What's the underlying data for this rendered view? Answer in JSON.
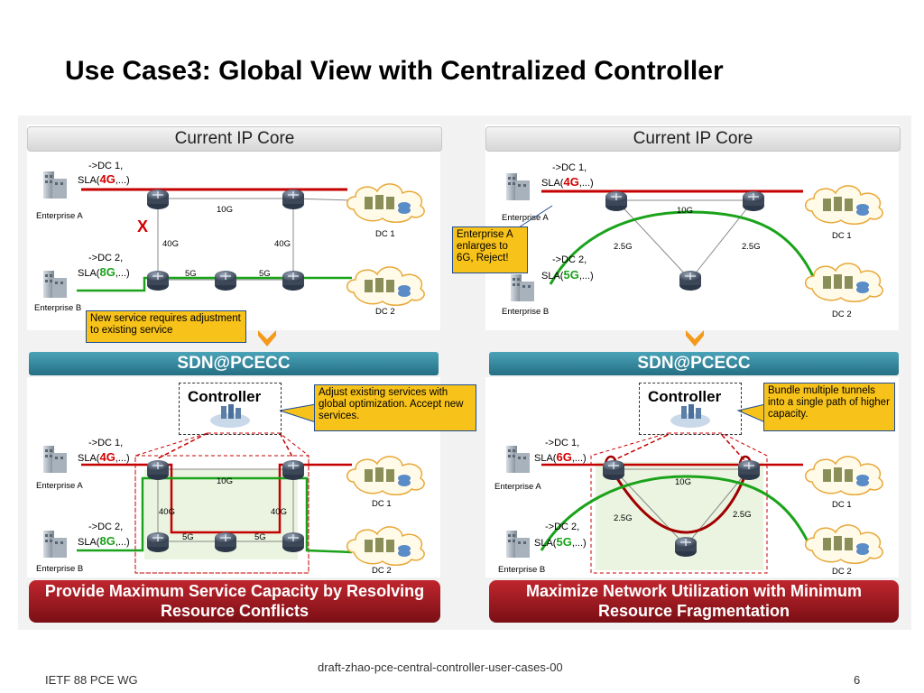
{
  "slide": {
    "title": "Use Case3: Global View with Centralized Controller",
    "footer_left": "IETF 88 PCE  WG",
    "footer_center": "draft-zhao-pce-central-controller-user-cases-00",
    "page_number": "6"
  },
  "left": {
    "top_header": "Current IP Core",
    "top": {
      "dc1_route": "->DC 1,",
      "dc1_sla_prefix": "SLA(",
      "dc1_sla_value": "4G",
      "dc1_sla_suffix": ",...)",
      "dc2_route": "->DC 2,",
      "dc2_sla_prefix": "SLA(",
      "dc2_sla_value": "8G",
      "dc2_sla_suffix": ",...)",
      "enterprise_a": "Enterprise A",
      "enterprise_b": "Enterprise B",
      "dc1": "DC 1",
      "dc2": "DC 2",
      "link_top": "10G",
      "link_left": "40G",
      "link_right": "40G",
      "link_bottom_left": "5G",
      "link_bottom_right": "5G",
      "reject_mark": "X",
      "callout": "New service requires adjustment  to existing service"
    },
    "sdn_header": "SDN@PCECC",
    "bottom": {
      "controller": "Controller",
      "callout": "Adjust  existing services with global optimization. Accept new services.",
      "dc1_route": "->DC 1,",
      "dc1_sla_prefix": "SLA(",
      "dc1_sla_value": "4G",
      "dc1_sla_suffix": ",...)",
      "dc2_route": "->DC 2,",
      "dc2_sla_prefix": "SLA(",
      "dc2_sla_value": "8G",
      "dc2_sla_suffix": ",...)",
      "enterprise_a": "Enterprise A",
      "enterprise_b": "Enterprise B",
      "dc1": "DC 1",
      "dc2": "DC 2",
      "link_top": "10G",
      "link_left": "40G",
      "link_right": "40G",
      "link_bottom_left": "5G",
      "link_bottom_right": "5G"
    },
    "banner_line1": "Provide Maximum Service Capacity by Resolving",
    "banner_line2": "Resource Conflicts"
  },
  "right": {
    "top_header": "Current IP Core",
    "top": {
      "dc1_route": "->DC 1,",
      "dc1_sla_prefix": "SLA(",
      "dc1_sla_value": "4G",
      "dc1_sla_suffix": ",...)",
      "dc2_route": "->DC 2,",
      "dc2_sla_prefix": "SLA(",
      "dc2_sla_value": "5G",
      "dc2_sla_suffix": ",...)",
      "enterprise_a": "Enterprise A",
      "enterprise_b": "Enterprise B",
      "dc1": "DC 1",
      "dc2": "DC 2",
      "link_top": "10G",
      "link_left": "2.5G",
      "link_right": "2.5G",
      "callout": "Enterprise A enlarges to 6G, Reject!"
    },
    "sdn_header": "SDN@PCECC",
    "bottom": {
      "controller": "Controller",
      "callout": "Bundle multiple tunnels into a single path of higher capacity.",
      "dc1_route": "->DC 1,",
      "dc1_sla_prefix": "SLA(",
      "dc1_sla_value": "6G",
      "dc1_sla_suffix": ",...)",
      "dc2_route": "->DC 2,",
      "dc2_sla_prefix": "SLA(",
      "dc2_sla_value": "5G",
      "dc2_sla_suffix": ",...)",
      "enterprise_a": "Enterprise A",
      "enterprise_b": "Enterprise B",
      "dc1": "DC 1",
      "dc2": "DC 2",
      "link_top": "10G",
      "link_left": "2.5G",
      "link_right": "2.5G"
    },
    "banner_line1": "Maximize Network Utilization with Minimum",
    "banner_line2": "Resource Fragmentation"
  },
  "colors": {
    "red_path": "#c40000",
    "green_path": "#1aa31a",
    "callout_fill": "#f7c21a",
    "sdn_bar": "#2f8aa1",
    "banner": "#a51c24"
  }
}
